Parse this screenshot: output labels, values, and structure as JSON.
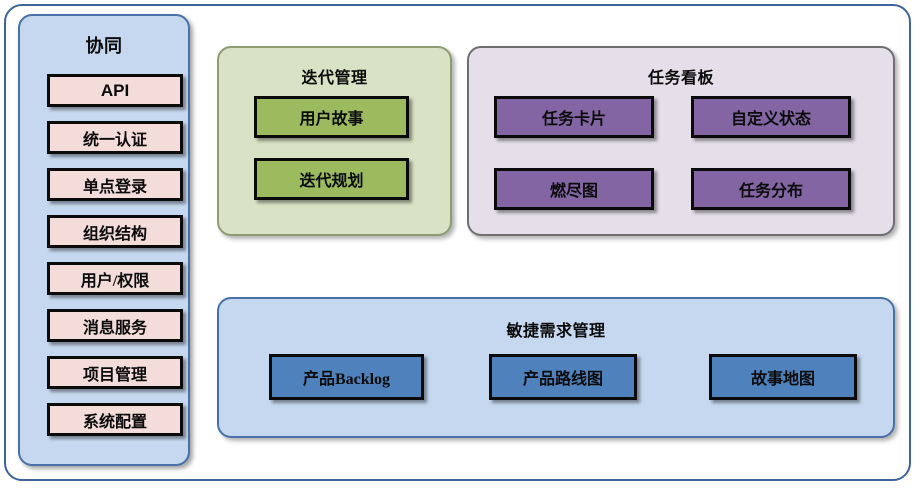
{
  "diagram": {
    "title_font_color": "#0b0b0b",
    "frame_border_color": "#3f6499"
  },
  "sidebar": {
    "title": "协同",
    "background": "#c5d8ef",
    "border": "#4a70a8",
    "item_color": "#f3dcda",
    "items": [
      {
        "label": "API"
      },
      {
        "label": "统一认证"
      },
      {
        "label": "单点登录"
      },
      {
        "label": "组织结构"
      },
      {
        "label": "用户/权限"
      },
      {
        "label": "消息服务"
      },
      {
        "label": "项目管理"
      },
      {
        "label": "系统配置"
      }
    ]
  },
  "iteration": {
    "title": "迭代管理",
    "background": "#d9e2c4",
    "border": "#8f9c73",
    "item_color": "#9cbb5e",
    "items": [
      {
        "label": "用户故事"
      },
      {
        "label": "迭代规划"
      }
    ]
  },
  "taskboard": {
    "title": "任务看板",
    "background": "#e4dfe9",
    "border": "#6f6f72",
    "item_color": "#8265a2",
    "items": [
      {
        "label": "任务卡片"
      },
      {
        "label": "自定义状态"
      },
      {
        "label": "燃尽图"
      },
      {
        "label": "任务分布"
      }
    ]
  },
  "agile": {
    "title": "敏捷需求管理",
    "background": "#c5d8ef",
    "border": "#4a70a8",
    "item_color": "#4f81bd",
    "items": [
      {
        "label": "产品Backlog"
      },
      {
        "label": "产品路线图"
      },
      {
        "label": "故事地图"
      }
    ]
  }
}
